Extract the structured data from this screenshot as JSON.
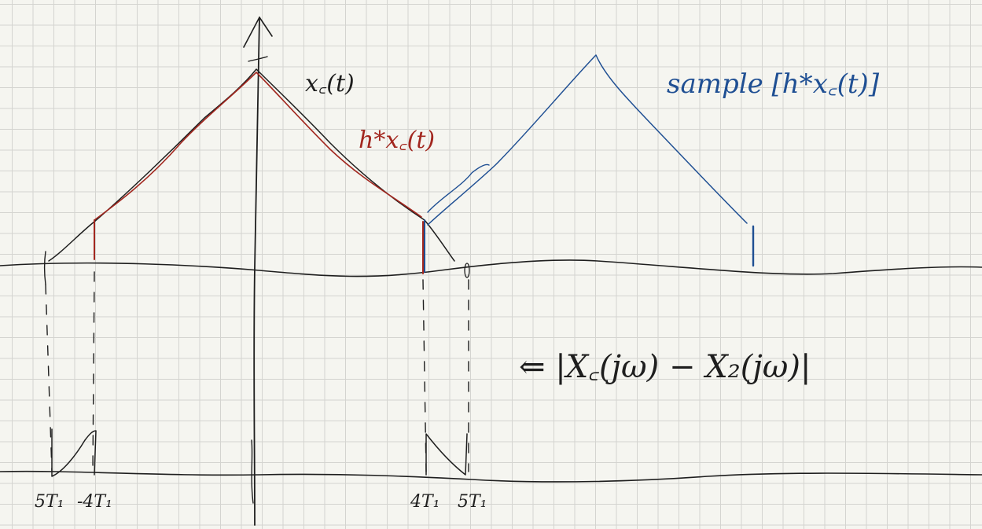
{
  "labels": {
    "xc_t": "x꜀(t)",
    "h_conv": "h*x꜀(t)",
    "sample_note": "sample [h*x꜀(t)]",
    "error_note": "⇐ |X꜀(jω) − X₂(jω)|",
    "tick_neg5": "5T₁",
    "tick_neg4": "-4T₁",
    "tick_pos4": "4T₁",
    "tick_pos5": "5T₁"
  },
  "colors": {
    "black_ink": "#1e1e1e",
    "red_ink": "#a2271f",
    "blue_ink": "#1f4f93",
    "paper": "#f5f5f0",
    "grid": "#d4d4d0"
  }
}
